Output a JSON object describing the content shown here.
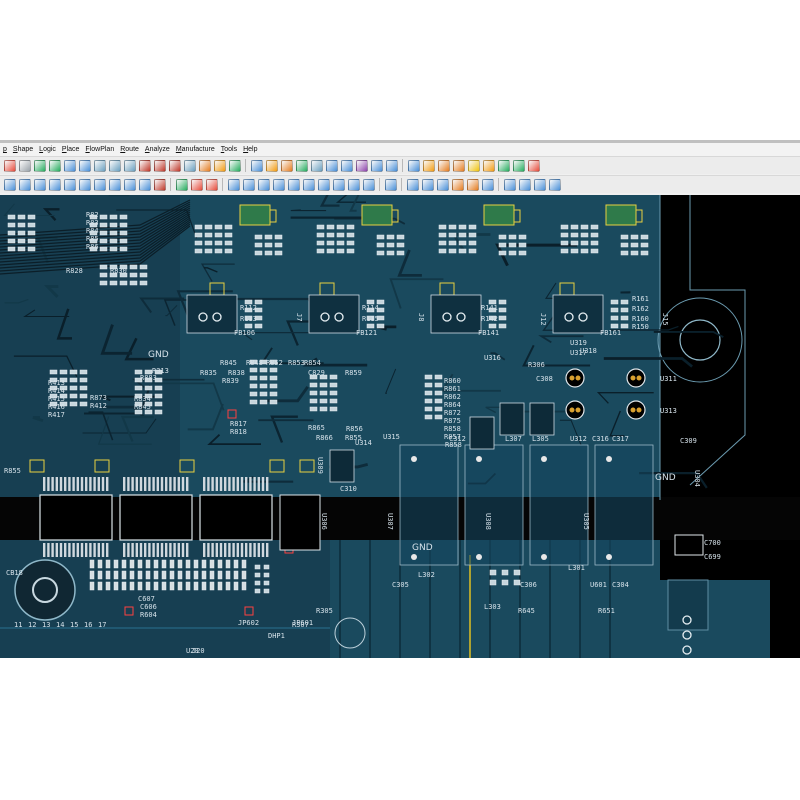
{
  "menu": [
    "p",
    "Shape",
    "Logic",
    "Place",
    "FlowPlan",
    "Route",
    "Analyze",
    "Manufacture",
    "Tools",
    "Help"
  ],
  "toolbar1": [
    "#e74c3c",
    "#9aa3aa",
    "#27ae60",
    "#27ae60",
    "#4a90d9",
    "#4a90d9",
    "#6aa0c0",
    "#6aa0c0",
    "#6aa0c0",
    "#c0392b",
    "#c0392b",
    "#c0392b",
    "#6aa0c0",
    "#e67e22",
    "#f39c12",
    "#27ae60",
    "|",
    "#4a90d9",
    "#f39c12",
    "#e67e22",
    "#27ae60",
    "#6aa0c0",
    "#4a90d9",
    "#4a90d9",
    "#8e44ad",
    "#4a90d9",
    "#4a90d9",
    "|",
    "#4a90d9",
    "#f39c12",
    "#e67e22",
    "#e67e22",
    "#f1c40f",
    "#f39c12",
    "#27ae60",
    "#27ae60",
    "#e74c3c"
  ],
  "toolbar2": [
    "#4a90d9",
    "#4a90d9",
    "#4a90d9",
    "#4a90d9",
    "#4a90d9",
    "#4a90d9",
    "#4a90d9",
    "#4a90d9",
    "#4a90d9",
    "#4a90d9",
    "#c0392b",
    "|",
    "#27ae60",
    "#e74c3c",
    "#e74c3c",
    "|",
    "#4a90d9",
    "#4a90d9",
    "#4a90d9",
    "#4a90d9",
    "#4a90d9",
    "#4a90d9",
    "#4a90d9",
    "#4a90d9",
    "#4a90d9",
    "#4a90d9",
    "|",
    "#4a90d9",
    "|",
    "#4a90d9",
    "#4a90d9",
    "#4a90d9",
    "#e67e22",
    "#e67e22",
    "#4a90d9",
    "|",
    "#4a90d9",
    "#4a90d9",
    "#4a90d9",
    "#4a90d9"
  ],
  "pcb": {
    "labels_left": [
      "R82",
      "R83",
      "R84",
      "R85",
      "R86",
      "R828",
      "R830",
      "R413",
      "R414",
      "R415",
      "R416",
      "R417",
      "R855",
      "R883",
      "R835",
      "R838",
      "R839",
      "R845",
      "R834",
      "R873",
      "R412",
      "R313",
      "R817",
      "R818"
    ],
    "fb_labels": [
      "FB106",
      "FB121",
      "FB141",
      "FB161"
    ],
    "j_labels": [
      "J7",
      "J8",
      "J12",
      "J15"
    ],
    "r_labels_mid": [
      "R112",
      "R113",
      "R114",
      "R115",
      "R141",
      "R142",
      "R161",
      "R162",
      "R160",
      "R150"
    ],
    "upper_mid": [
      "R845",
      "R848",
      "R852",
      "R853",
      "R854",
      "C829",
      "R859",
      "R860",
      "R861",
      "R862",
      "R864",
      "R865",
      "R866",
      "R872",
      "R875",
      "R858",
      "R857",
      "R858",
      "R855",
      "R856",
      "C310"
    ],
    "upper_mid2": [
      "U314",
      "U315",
      "U316",
      "U317",
      "U318",
      "U319",
      "U311",
      "U313",
      "U312",
      "C316",
      "C317",
      "C308",
      "C309",
      "C312",
      "L307",
      "L305",
      "R306"
    ],
    "vert_labels": [
      "U307",
      "U308",
      "U306",
      "U305",
      "U304",
      "U309"
    ],
    "bottom_labels": [
      "CB18",
      "C606",
      "C607",
      "R604",
      "JP602",
      "JP601",
      "L302",
      "L303",
      "L301",
      "R645",
      "R651",
      "C304",
      "C305",
      "C306",
      "U601",
      "C700",
      "C699",
      "J20",
      "DHP1",
      "R307",
      "R305"
    ],
    "pin_numbers": [
      "11",
      "12",
      "13",
      "14",
      "15",
      "16",
      "17"
    ],
    "gnd_labels": [
      "GND",
      "GND",
      "GND"
    ],
    "u120": "U20"
  }
}
